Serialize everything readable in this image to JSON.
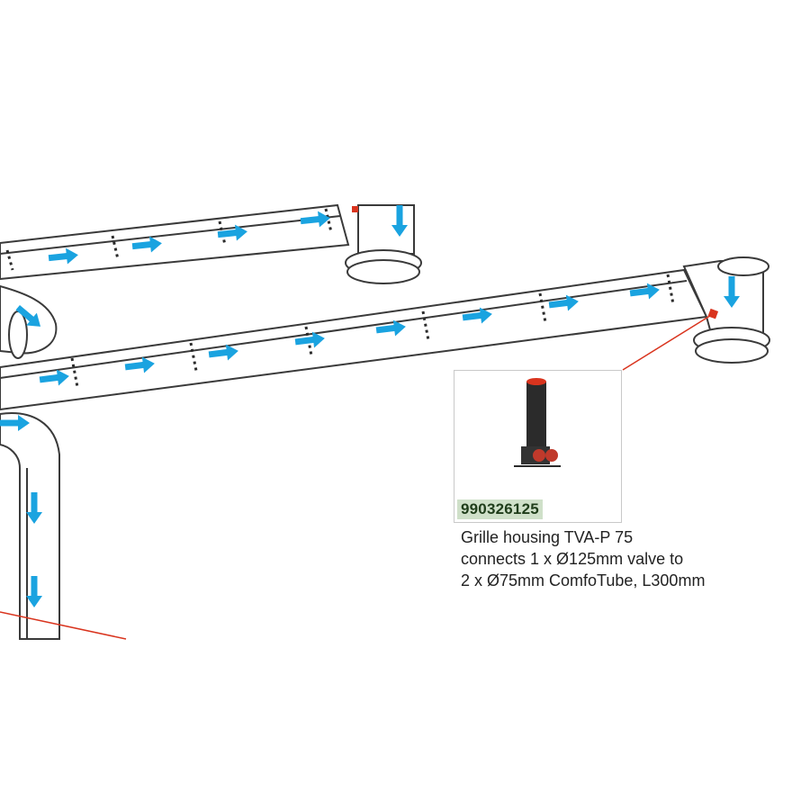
{
  "colors": {
    "airflow_arrow": "#1aa3e0",
    "duct_outline": "#3a3a3a",
    "leader_line": "#d9341e",
    "code_highlight": "#cfe0c9"
  },
  "icons": {
    "airflow": "right-arrow-icon",
    "downflow": "down-arrow-icon",
    "connection_marker": "square-marker-icon"
  },
  "product": {
    "code": "990326125",
    "description": [
      "Grille housing TVA-P 75",
      "connects 1 x Ø125mm valve to",
      "2 x Ø75mm ComfoTube, L300mm"
    ]
  }
}
